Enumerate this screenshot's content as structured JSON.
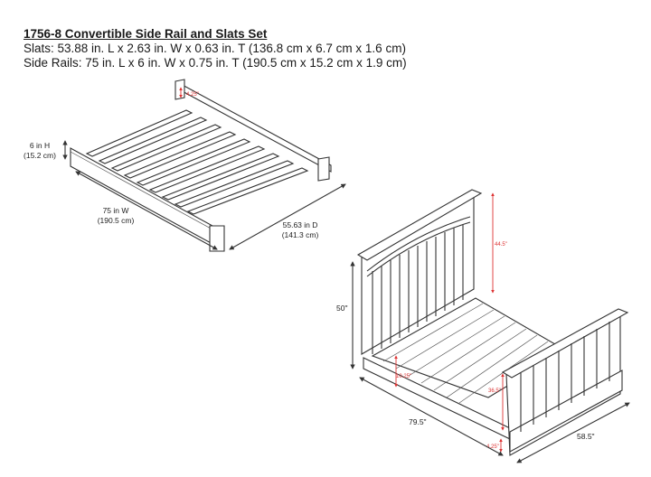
{
  "header": {
    "title": "1756-8  Convertible Side Rail and Slats Set",
    "slats_spec": "Slats: 53.88 in. L x 2.63 in. W x 0.63 in. T (136.8 cm x 6.7 cm x 1.6 cm)",
    "rails_spec": "Side Rails: 75 in. L x 6 in. W x 0.75 in. T (190.5 cm x 15.2 cm x 1.9 cm)"
  },
  "rail_drawing": {
    "height_in": "6 in H",
    "height_cm": "(15.2 cm)",
    "width_in": "75 in W",
    "width_cm": "(190.5 cm)",
    "depth_in": "55.63 in D",
    "depth_cm": "(141.3 cm)",
    "bracket_label": "4.25\""
  },
  "bed_drawing": {
    "headboard_height": "50\"",
    "inner_height": "44.5\"",
    "length": "79.5\"",
    "width": "58.5\"",
    "rail_height": "10.25\"",
    "footboard_height": "36.5\"",
    "foot_clearance": "4.25\""
  }
}
